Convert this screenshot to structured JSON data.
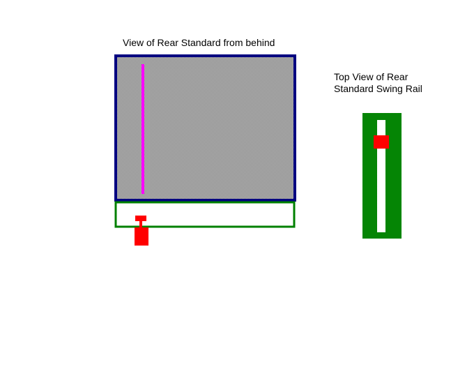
{
  "labels": {
    "rear_view": "View of Rear Standard from behind",
    "top_view_line1": "Top View of Rear",
    "top_view_line2": "Standard Swing Rail"
  },
  "colors": {
    "standard_border": "#000080",
    "standard_fill_light": "#c0c0c0",
    "standard_fill_dark": "#808080",
    "rail_green": "#008000",
    "rail_slot": "#ffffff",
    "indicator_magenta": "#ff00ff",
    "knob_red": "#ff0000",
    "background": "#ffffff"
  }
}
